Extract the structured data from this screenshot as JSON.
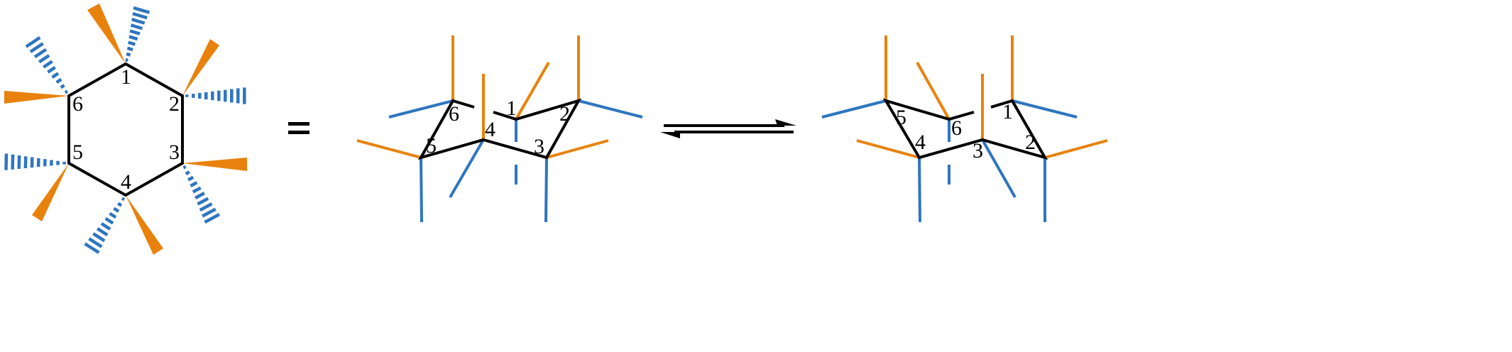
{
  "colors": {
    "axial_up": "#E8820C",
    "down": "#2E75C0",
    "ring": "#000000"
  },
  "planar_ring": {
    "labels": [
      "1",
      "2",
      "3",
      "4",
      "5",
      "6"
    ]
  },
  "chair_a": {
    "labels": [
      "1",
      "2",
      "3",
      "4",
      "5",
      "6"
    ]
  },
  "chair_b": {
    "labels": [
      "1",
      "2",
      "3",
      "4",
      "5",
      "6"
    ]
  }
}
